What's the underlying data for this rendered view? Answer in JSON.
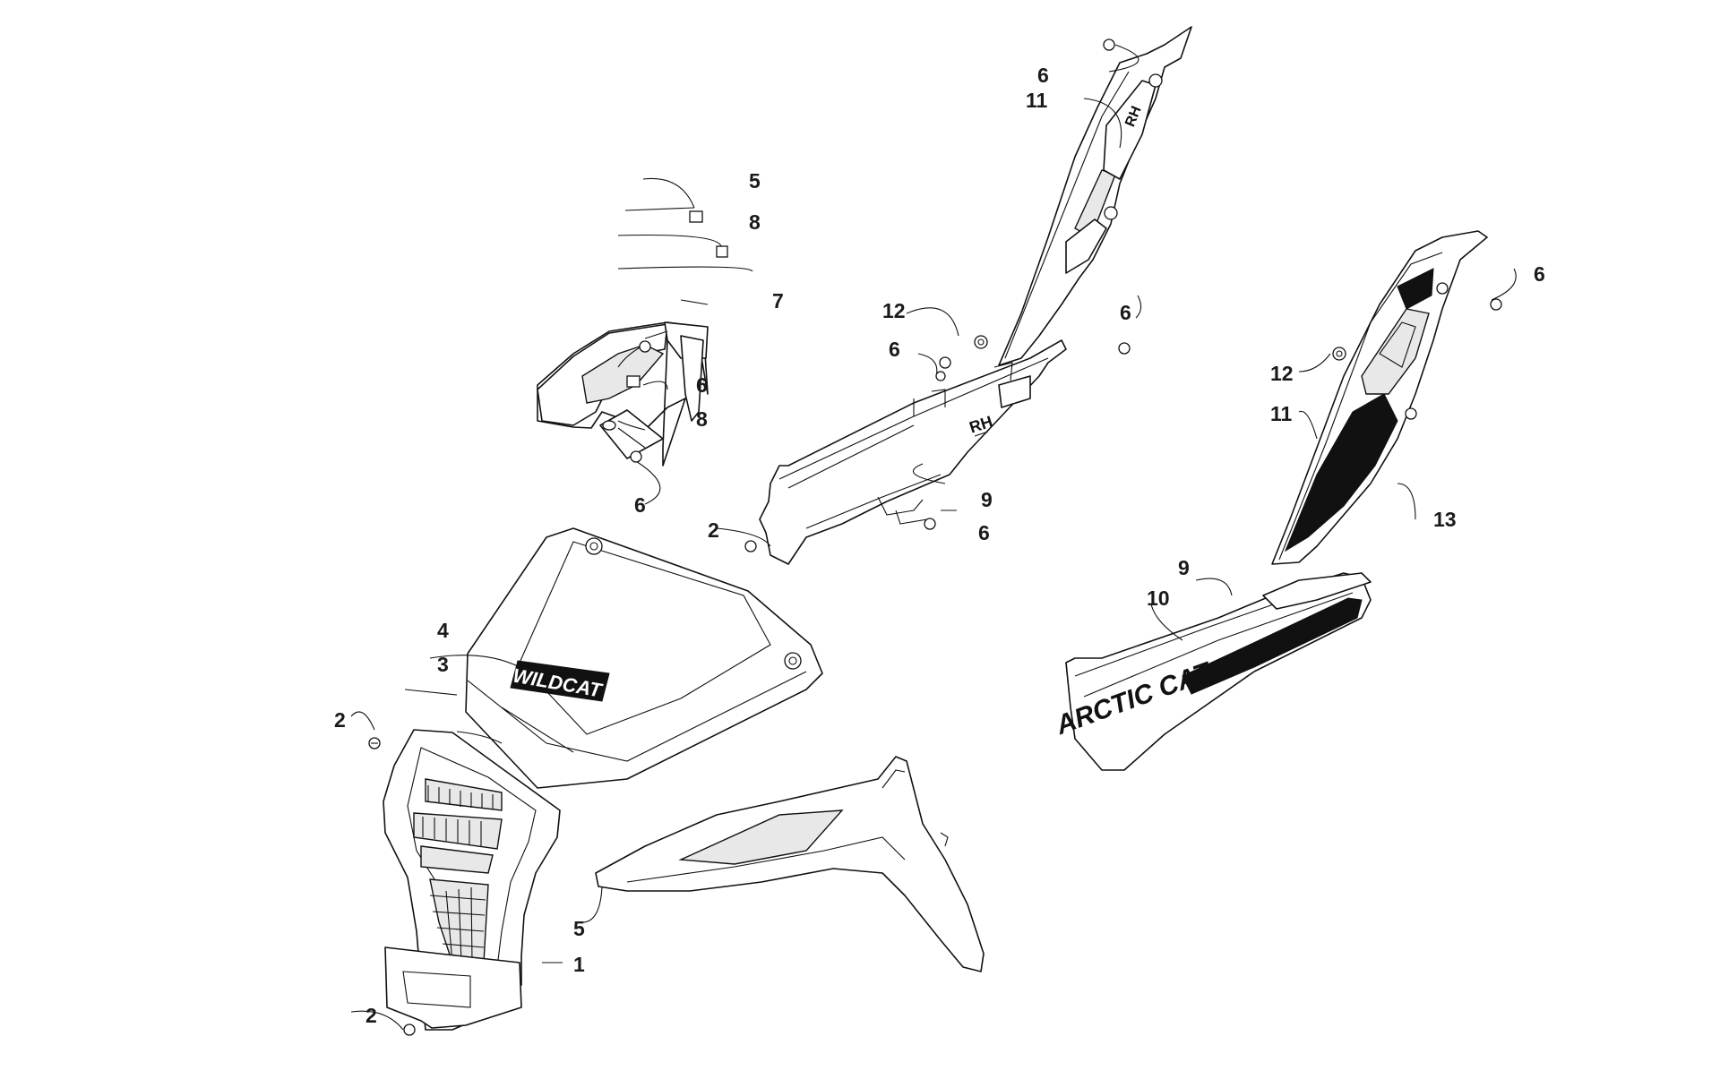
{
  "diagram": {
    "labels": {
      "l1": "1",
      "l2a": "2",
      "l2b": "2",
      "l2c": "2",
      "l3": "3",
      "l4": "4",
      "l5a": "5",
      "l5b": "5",
      "l6a": "6",
      "l6b": "6",
      "l6c": "6",
      "l6d": "6",
      "l6e": "6",
      "l6f": "6",
      "l6g": "6",
      "l7": "7",
      "l8a": "8",
      "l8b": "8",
      "l9a": "9",
      "l9b": "9",
      "l10": "10",
      "l11a": "11",
      "l11b": "11",
      "l12a": "12",
      "l12b": "12",
      "l13": "13"
    },
    "part_markings": {
      "rh_tag_panel": "RH",
      "rh_tag_upright": "RH",
      "side_panel_decal": "ARCTIC CAT",
      "hood_decal": "WILDCAT"
    }
  }
}
